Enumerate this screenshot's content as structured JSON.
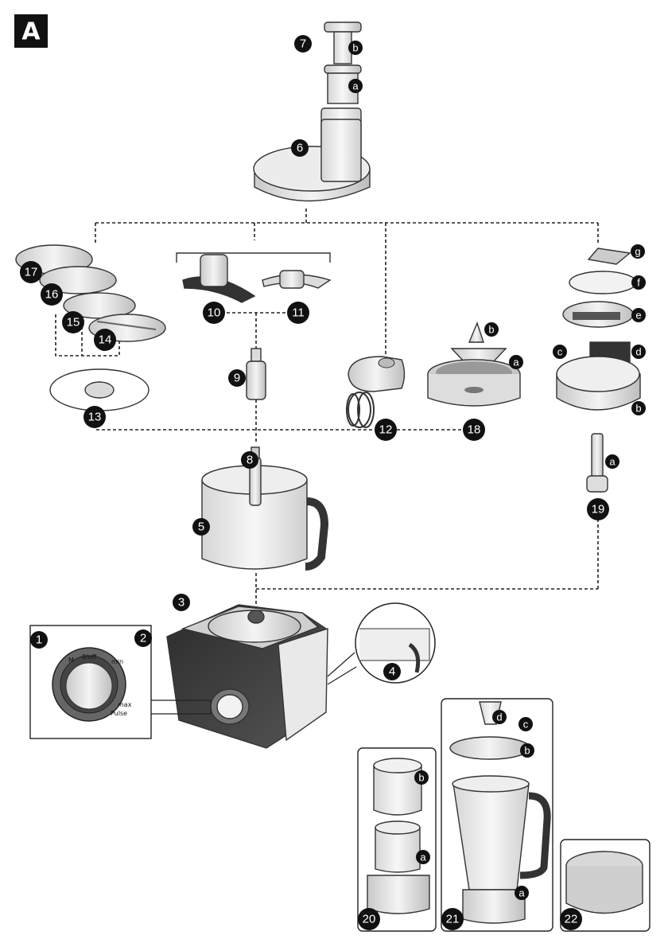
{
  "figure_label": "A",
  "dial": {
    "left_mark": "M",
    "top_mark": "0/off",
    "right_mark": "min",
    "low_mark": "max",
    "pulse_mark": "Pulse"
  },
  "callouts": {
    "n1": "1",
    "n2": "2",
    "n3": "3",
    "n4": "4",
    "n5": "5",
    "n6": "6",
    "n7": "7",
    "n8": "8",
    "n9": "9",
    "n10": "10",
    "n11": "11",
    "n12": "12",
    "n13": "13",
    "n14": "14",
    "n15": "15",
    "n16": "16",
    "n17": "17",
    "n18": "18",
    "n19": "19",
    "n20": "20",
    "n21": "21",
    "n22": "22"
  },
  "letters": {
    "a": "a",
    "b": "b",
    "c": "c",
    "d": "d",
    "e": "e",
    "f": "f",
    "g": "g"
  }
}
